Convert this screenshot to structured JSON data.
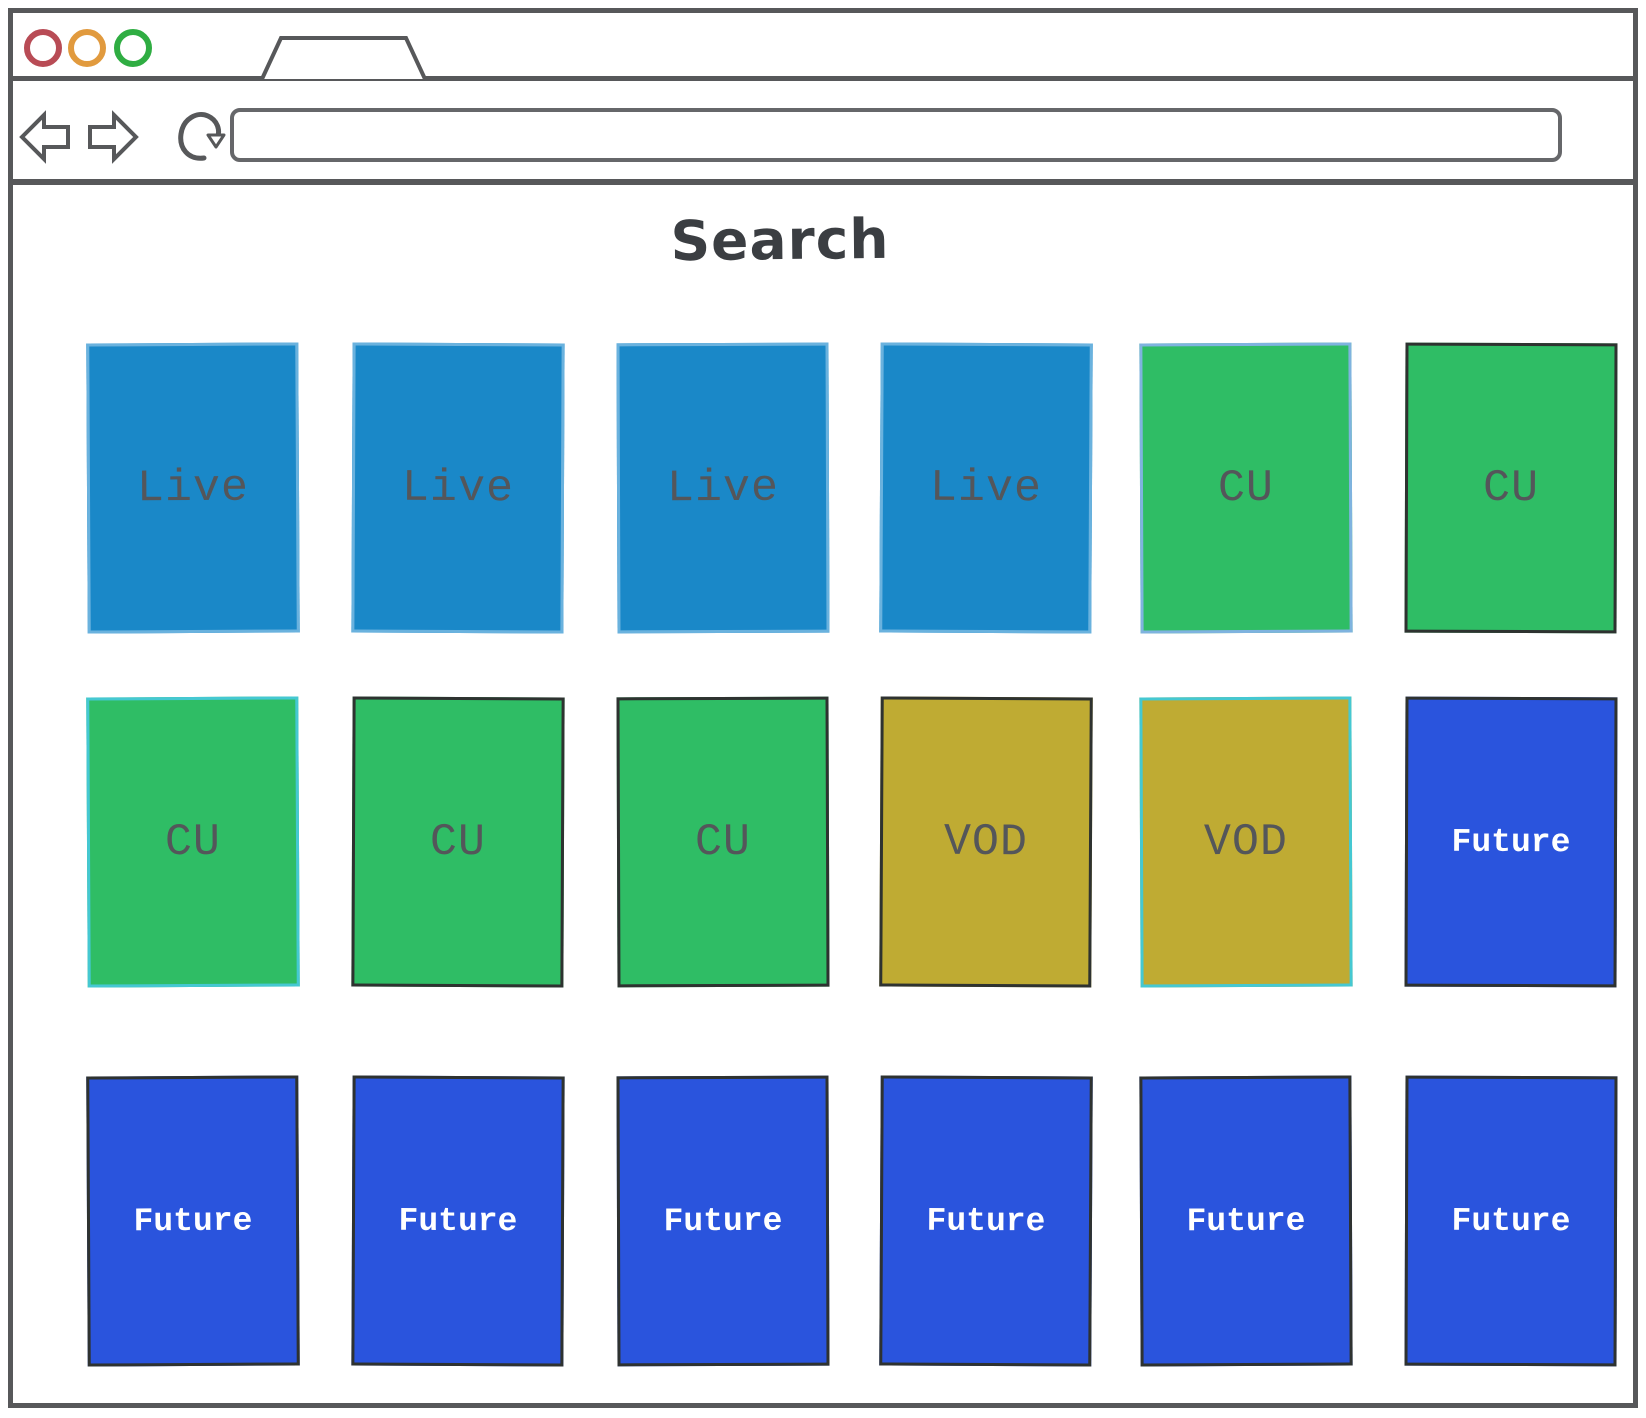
{
  "window": {
    "traffic_lights": [
      {
        "name": "close-button",
        "color": "#b84b55"
      },
      {
        "name": "minimize-button",
        "color": "#e19a3e"
      },
      {
        "name": "maximize-button",
        "color": "#2fad42"
      }
    ],
    "url_value": "",
    "url_placeholder": ""
  },
  "page": {
    "title": "Search"
  },
  "cards": [
    {
      "label": "Live",
      "type": "live",
      "border": "soft",
      "row": 1,
      "col": 1
    },
    {
      "label": "Live",
      "type": "live",
      "border": "soft",
      "row": 1,
      "col": 2
    },
    {
      "label": "Live",
      "type": "live",
      "border": "soft",
      "row": 1,
      "col": 3
    },
    {
      "label": "Live",
      "type": "live",
      "border": "soft",
      "row": 1,
      "col": 4
    },
    {
      "label": "CU",
      "type": "cu",
      "border": "blue",
      "row": 1,
      "col": 5
    },
    {
      "label": "CU",
      "type": "cu",
      "border": "dark",
      "row": 1,
      "col": 6
    },
    {
      "label": "CU",
      "type": "cu",
      "border": "cyan",
      "row": 2,
      "col": 1
    },
    {
      "label": "CU",
      "type": "cu",
      "border": "dark",
      "row": 2,
      "col": 2
    },
    {
      "label": "CU",
      "type": "cu",
      "border": "dark",
      "row": 2,
      "col": 3
    },
    {
      "label": "VOD",
      "type": "vod",
      "border": "dark",
      "row": 2,
      "col": 4
    },
    {
      "label": "VOD",
      "type": "vod",
      "border": "cyan",
      "row": 2,
      "col": 5
    },
    {
      "label": "Future",
      "type": "future",
      "border": "dark",
      "row": 2,
      "col": 6
    },
    {
      "label": "Future",
      "type": "future",
      "border": "dark",
      "row": 3,
      "col": 1
    },
    {
      "label": "Future",
      "type": "future",
      "border": "dark",
      "row": 3,
      "col": 2
    },
    {
      "label": "Future",
      "type": "future",
      "border": "dark",
      "row": 3,
      "col": 3
    },
    {
      "label": "Future",
      "type": "future",
      "border": "dark",
      "row": 3,
      "col": 4
    },
    {
      "label": "Future",
      "type": "future",
      "border": "dark",
      "row": 3,
      "col": 5
    },
    {
      "label": "Future",
      "type": "future",
      "border": "dark",
      "row": 3,
      "col": 6
    }
  ],
  "colors": {
    "live": "#1a88c8",
    "cu": "#2fbd65",
    "vod": "#bfab33",
    "future": "#2a54dd",
    "label_dark": "#54565a",
    "label_light": "#ffffff",
    "border_dark": "#2e3230",
    "border_cyan": "#45c8d2",
    "border_blue": "#7fb3df",
    "border_soft": "#6ab2de",
    "chrome_gray": "#57585a"
  }
}
